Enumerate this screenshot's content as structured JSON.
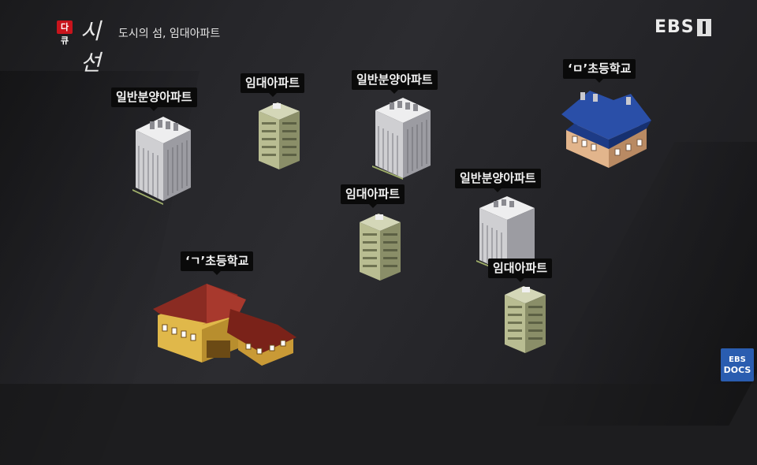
{
  "header": {
    "series_badge": "다큐",
    "series_name": "시선",
    "episode_title": "도시의 섬, 임대아파트"
  },
  "broadcaster": {
    "logo_text": "EBS",
    "channel_mark": "1",
    "docs_top": "EBS",
    "docs_bottom": "DOCS"
  },
  "labels": {
    "sale_apt_1": "일반분양아파트",
    "rental_apt_1": "임대아파트",
    "sale_apt_2": "일반분양아파트",
    "school_m": "‘ㅁ’초등학교",
    "rental_apt_2": "임대아파트",
    "sale_apt_3": "일반분양아파트",
    "school_g": "‘ㄱ’초등학교",
    "rental_apt_3": "임대아파트"
  },
  "colors": {
    "background": "#1d1d1f",
    "label_bg": "#0a0a0a",
    "sale_building": "#d7d7da",
    "rental_building": "#b9bd92",
    "school_g_roof": "#8a2b22",
    "school_g_wall": "#e0b84a",
    "school_m_roof": "#2a4fa8",
    "school_m_wall": "#e2b58c",
    "badge_red": "#c8141c",
    "docs_blue": "#2a5db0"
  },
  "icons": [
    "sale-apartment-icon",
    "rental-apartment-icon",
    "school-icon"
  ]
}
